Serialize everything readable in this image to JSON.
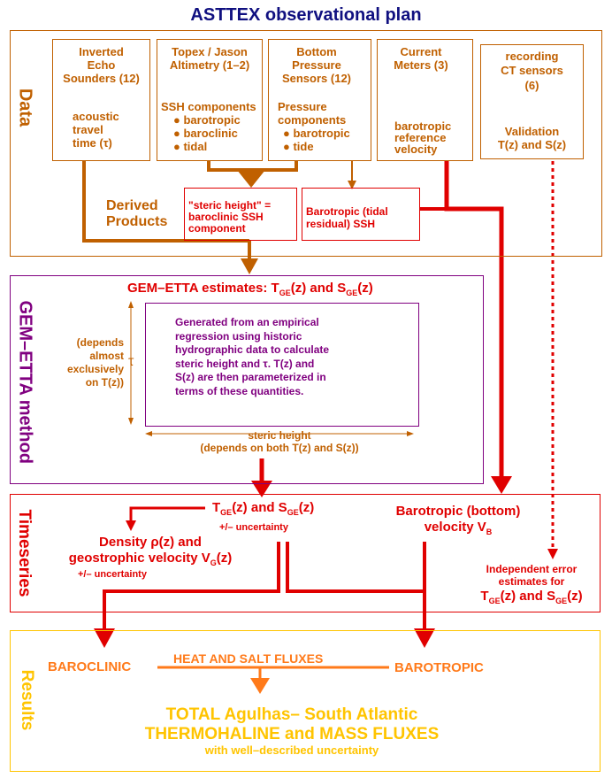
{
  "title": "ASTTEX observational plan",
  "sections": {
    "data": "Data",
    "gem": "GEM–ETTA method",
    "timeseries": "Timeseries",
    "results": "Results"
  },
  "instruments": {
    "ies": {
      "title_l1": "Inverted",
      "title_l2": "Echo",
      "title_l3": "Sounders (12)",
      "body_l1": "acoustic",
      "body_l2": "travel",
      "body_l3": "time",
      "tau": "(τ)"
    },
    "alt": {
      "title_l1": "Topex / Jason",
      "title_l2": "Altimetry (1–2)",
      "body_l1": "SSH components",
      "b1": "barotropic",
      "b2": "baroclinic",
      "b3": "tidal"
    },
    "bps": {
      "title_l1": "Bottom",
      "title_l2": "Pressure",
      "title_l3": "Sensors (12)",
      "body_l1": "Pressure",
      "body_l2": "components",
      "b1": "barotropic",
      "b2": "tide"
    },
    "cm": {
      "title_l1": "Current",
      "title_l2": "Meters (3)",
      "body_l1": "barotropic",
      "body_l2": "reference",
      "body_l3": "velocity"
    },
    "ct": {
      "title_l1": "recording",
      "title_l2": "CT sensors",
      "title_l3": "(6)",
      "body_l1": "Validation",
      "body_l2": "T(z) and S(z)"
    }
  },
  "derived": {
    "label_l1": "Derived",
    "label_l2": "Products",
    "steric_l1": "\"steric height\" =",
    "steric_l2": "baroclinic SSH",
    "steric_l3": "component",
    "baro_l1": "Barotropic (tidal",
    "baro_l2": "residual) SSH"
  },
  "gem": {
    "heading": "GEM–ETTA estimates: T",
    "heading_sub1": "GE",
    "heading_mid": "(z) and S",
    "heading_sub2": "GE",
    "heading_end": "(z)",
    "desc_l1": "Generated from an empirical",
    "desc_l2": "regression using historic",
    "desc_l3": "hydrographic data to calculate",
    "desc_l4": "steric height and  τ.  T(z) and",
    "desc_l5": "S(z) are then parameterized in",
    "desc_l6": "terms of these quantities.",
    "tau": "τ",
    "dep_l1": "(depends",
    "dep_l2": "almost",
    "dep_l3": "exclusively",
    "dep_l4": "on T(z))",
    "steric_l1": "steric height",
    "steric_l2": "(depends on both T(z) and S(z))"
  },
  "timeseries": {
    "ts_a": "T",
    "ts_sub1": "GE",
    "ts_b": "(z) and S",
    "ts_sub2": "GE",
    "ts_c": "(z)",
    "ts_unc": "+/– uncertainty",
    "dens_l1": "Density  ρ(z) and",
    "dens_l2": "geostrophic velocity V",
    "dens_sub": "G",
    "dens_l2_end": "(z)",
    "dens_unc": "+/– uncertainty",
    "baro_l1": "Barotropic (bottom)",
    "baro_l2": "velocity V",
    "baro_sub": "B",
    "err_l1": "Independent error",
    "err_l2": "estimates for",
    "err_l3a": "T",
    "err_sub1": "GE",
    "err_l3b": "(z) and S",
    "err_sub2": "GE",
    "err_l3c": "(z)"
  },
  "results": {
    "baroclinic": "BAROCLINIC",
    "barotropic": "BAROTROPIC",
    "fluxes": "HEAT AND SALT FLUXES",
    "total_l1": "TOTAL Agulhas– South Atlantic",
    "total_l2": "THERMOHALINE and MASS FLUXES",
    "total_l3": "with well–described uncertainty"
  },
  "colors": {
    "brown": "#c06000",
    "red": "#e00000",
    "purple": "#800080",
    "navy": "#101080",
    "orange": "#ff7a1a",
    "gold": "#ffc400"
  }
}
